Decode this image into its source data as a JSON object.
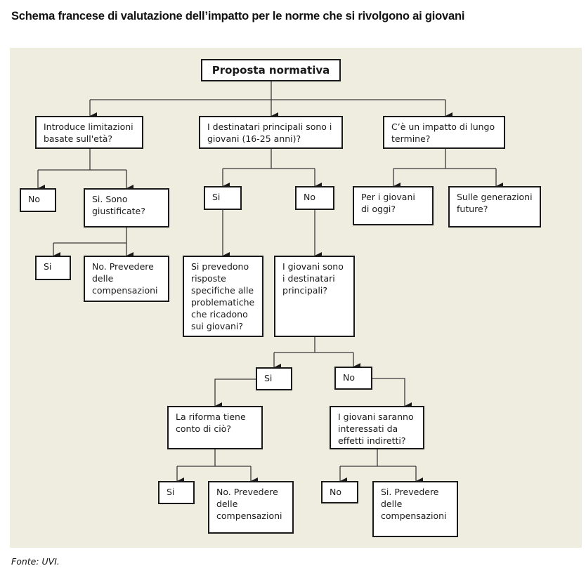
{
  "title": "Schema francese di valutazione dell’impatto per le norme che si rivolgono ai giovani",
  "source": "Fonte: UVI.",
  "colors": {
    "panel_bg": "#efede0",
    "box_bg": "#ffffff",
    "line": "#1a1a1a"
  },
  "nodes": {
    "root": "Proposta normativa",
    "age_limits": "Introduce limitazioni basate sull'età?",
    "age_no": "No",
    "age_yes_justified": "Si. Sono giustificate?",
    "justified_yes": "Si",
    "justified_no": "No. Prevedere delle compensazioni",
    "main_target": "I destinatari principali sono i giovani (16-25 anni)?",
    "main_target_yes": "Si",
    "main_target_no": "No",
    "specific_responses": "Si prevedono risposte specifiche alle problematiche che ricadono sui giovani?",
    "youth_main_recipients": "I giovani sono i destinatari principali?",
    "recipients_yes": "Si",
    "recipients_no": "No",
    "reform_accounts": "La riforma tiene conto di ciò?",
    "reform_yes": "Si",
    "reform_no": "No. Prevedere delle compensazioni",
    "indirect_effects": "I giovani saranno interessati da effetti indiretti?",
    "indirect_no": "No",
    "indirect_yes": "Si. Prevedere delle compensazioni",
    "long_term": "C’è un impatto di lungo termine?",
    "today_youth": "Per i giovani di oggi?",
    "future_generations": "Sulle generazioni future?"
  }
}
